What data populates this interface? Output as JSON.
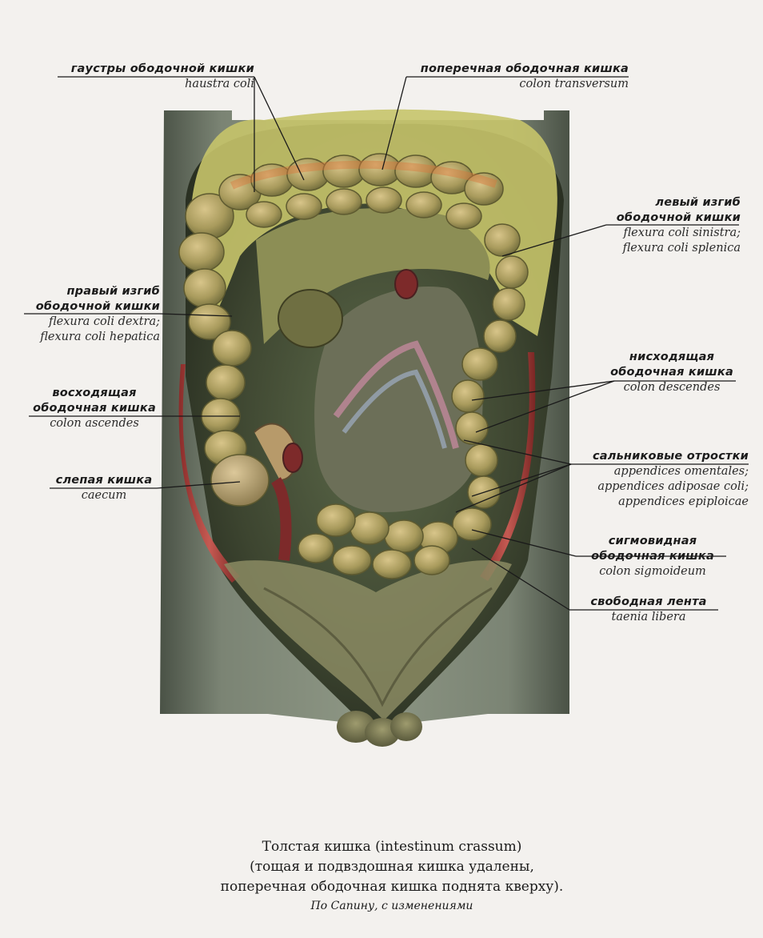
{
  "labels": {
    "haustra": {
      "ru": "гаустры ободочной кишки",
      "la": "haustra coli"
    },
    "transversum": {
      "ru": "поперечная ободочная кишка",
      "la": "colon transversum"
    },
    "flexura_sin": {
      "ru1": "левый изгиб",
      "ru2": "ободочной кишки",
      "la1": "flexura coli sinistra;",
      "la2": "flexura coli splenica"
    },
    "flexura_dex": {
      "ru1": "правый изгиб",
      "ru2": "ободочной кишки",
      "la1": "flexura coli dextra;",
      "la2": "flexura coli hepatica"
    },
    "descendens": {
      "ru1": "нисходящая",
      "ru2": "ободочная кишка",
      "la": "colon descendes"
    },
    "ascendens": {
      "ru1": "восходящая",
      "ru2": "ободочная кишка",
      "la": "colon ascendes"
    },
    "omentales": {
      "ru": "сальниковые отростки",
      "la1": "appendices omentales;",
      "la2": "appendices adiposae coli;",
      "la3": "appendices epiploicae"
    },
    "caecum": {
      "ru": "слепая кишка",
      "la": "caecum"
    },
    "sigmoideum": {
      "ru1": "сигмовидная",
      "ru2": "ободочная кишка",
      "la": "colon sigmoideum"
    },
    "taenia": {
      "ru": "свободная лента",
      "la": "taenia libera"
    }
  },
  "caption": {
    "line1": "Толстая кишка (intestinum crassum)",
    "line2": "(тощая и подвздошная кишка удалены,",
    "line3": "поперечная ободочная кишка поднята кверху).",
    "credit": "По Сапину, с изменениями"
  }
}
